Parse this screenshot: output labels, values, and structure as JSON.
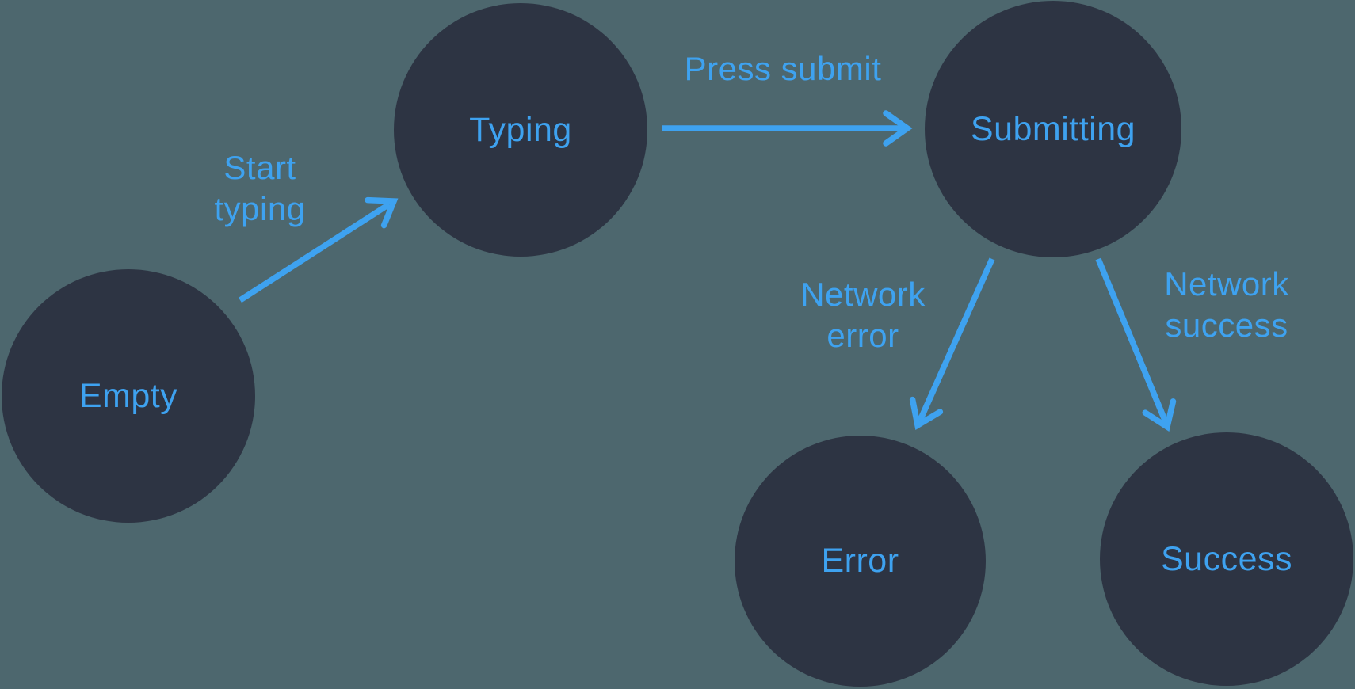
{
  "diagram": {
    "type": "state-machine",
    "colors": {
      "background": "#4d676e",
      "node_fill": "#2d3443",
      "accent": "#3ea2f0"
    },
    "nodes": [
      {
        "id": "empty",
        "label": "Empty"
      },
      {
        "id": "typing",
        "label": "Typing"
      },
      {
        "id": "submitting",
        "label": "Submitting"
      },
      {
        "id": "error",
        "label": "Error"
      },
      {
        "id": "success",
        "label": "Success"
      }
    ],
    "edges": [
      {
        "from": "empty",
        "to": "typing",
        "label": "Start\ntyping"
      },
      {
        "from": "typing",
        "to": "submitting",
        "label": "Press submit"
      },
      {
        "from": "submitting",
        "to": "error",
        "label": "Network\nerror"
      },
      {
        "from": "submitting",
        "to": "success",
        "label": "Network\nsuccess"
      }
    ]
  }
}
